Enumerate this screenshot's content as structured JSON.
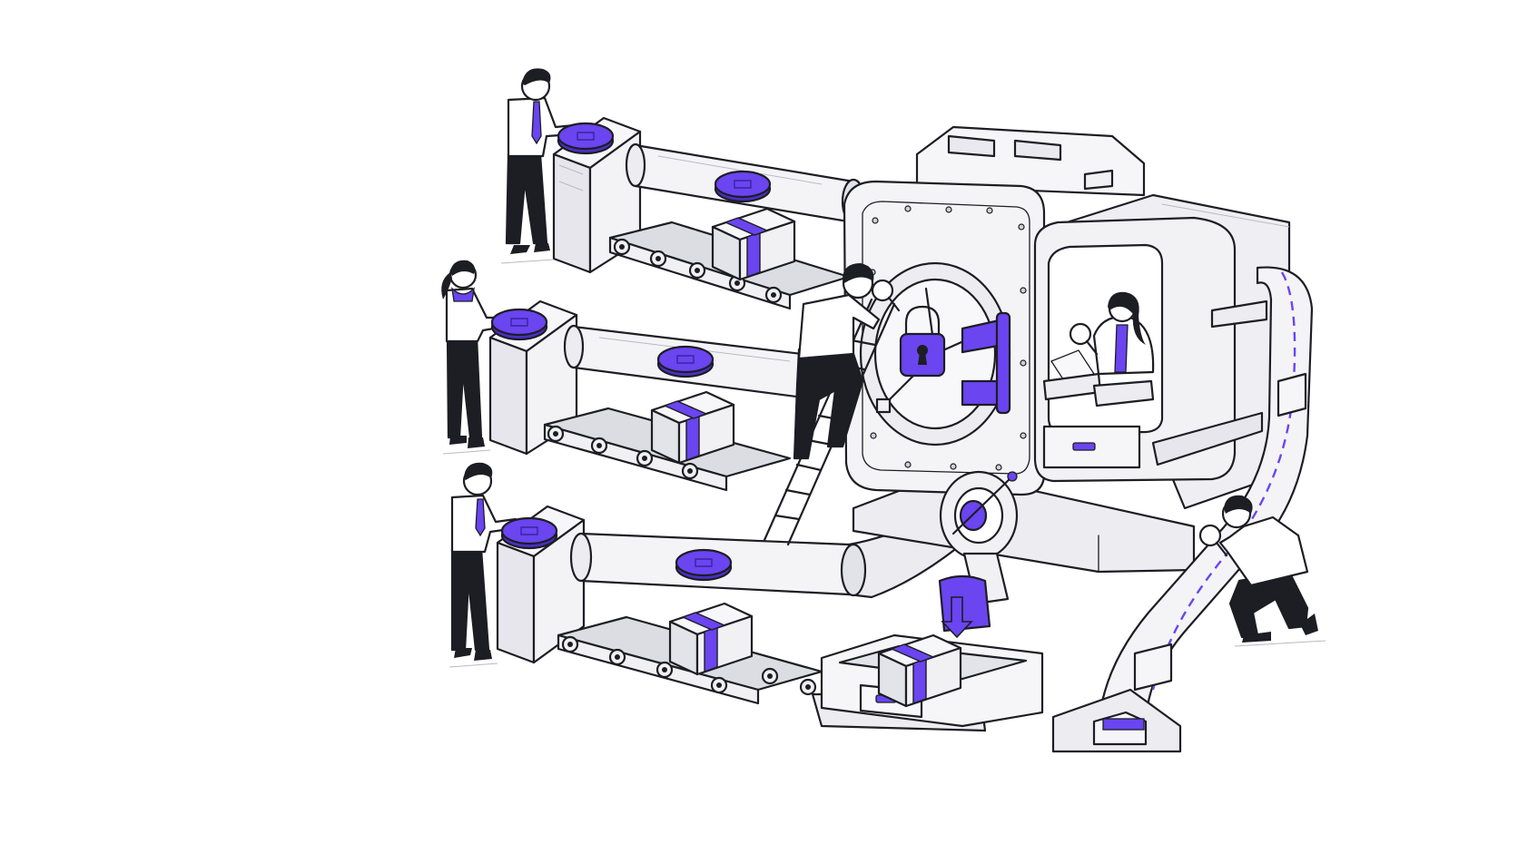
{
  "illustration": {
    "colors": {
      "accent": "#6a45f0",
      "accent_dark": "#4a2fc4",
      "ink": "#1d1d24",
      "shade_light": "#f1f1f4",
      "shade_mid": "#dcdce3",
      "background": "#ffffff"
    },
    "icons": [
      "coin-icon",
      "package-icon",
      "padlock-icon",
      "magnifier-icon",
      "down-arrow-icon",
      "valve-wheel-icon"
    ],
    "figures": {
      "operators_feeding_coins": 3,
      "inspectors_with_magnifiers": 3,
      "conveyor_lines": 3
    }
  }
}
